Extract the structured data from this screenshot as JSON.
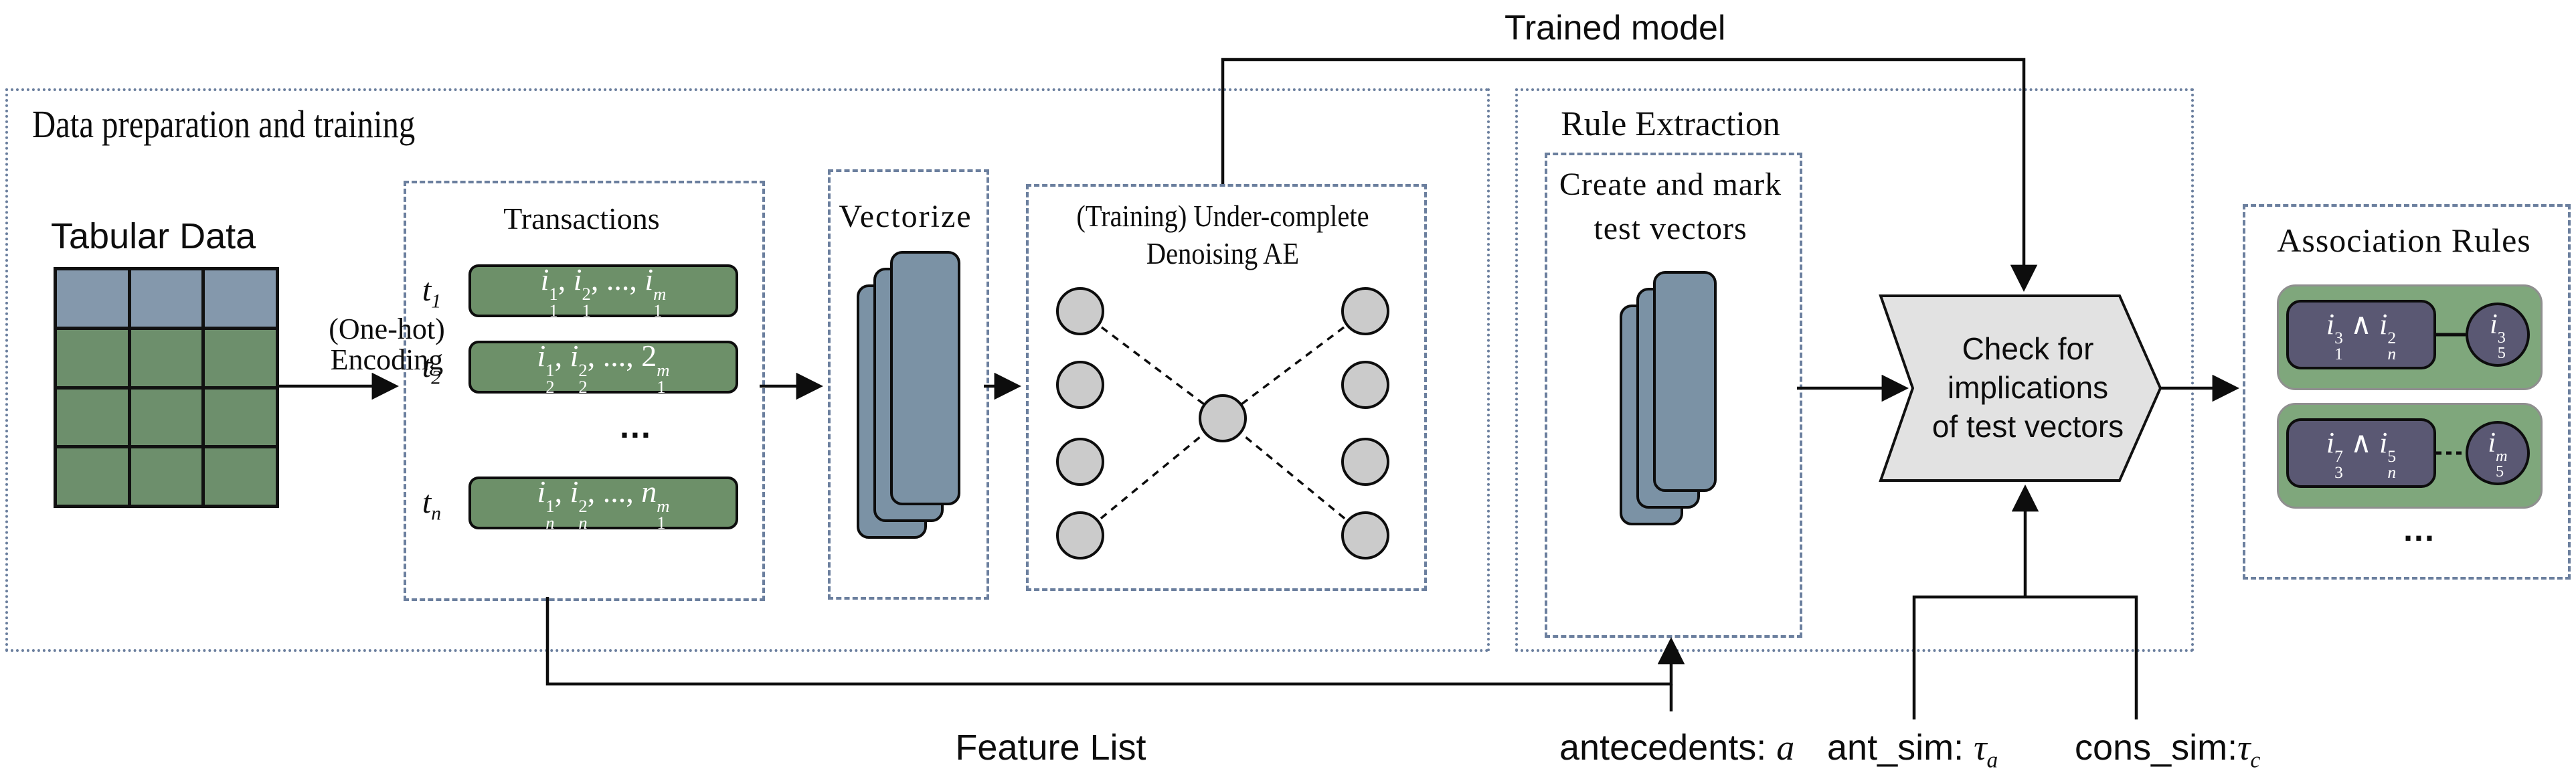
{
  "diagram": {
    "trained_model_label": "Trained model",
    "feature_list_label": "Feature List",
    "bottom_params": {
      "antecedents_label": "antecedents:",
      "antecedents_var": "a",
      "ant_sim_label": "ant_sim:",
      "ant_sim_var": "τ_a",
      "cons_sim_label": "cons_sim:",
      "cons_sim_var": "τ_c"
    },
    "data_prep": {
      "title": "Data preparation and training",
      "tabular_label": "Tabular Data",
      "one_hot_line1": "(One-hot)",
      "one_hot_line2": "Encoding",
      "transactions": {
        "title": "Transactions",
        "rows": [
          {
            "label": "t_1",
            "items": "i^1_1, i^2_1, ..., i^m_1"
          },
          {
            "label": "t_2",
            "items": "i^1_2, i^2_2, ..., 2^m_1"
          },
          {
            "label": "t_n",
            "items": "i^1_n, i^2_n, ..., n^m_1"
          }
        ],
        "ellipsis": "..."
      },
      "vectorize": {
        "title": "Vectorize"
      },
      "autoencoder": {
        "title_line1": "(Training) Under-complete",
        "title_line2": "Denoising AE"
      }
    },
    "rule_extraction": {
      "title": "Rule Extraction",
      "create_mark": {
        "title_line1": "Create and mark",
        "title_line2": "test vectors"
      },
      "check_shape": {
        "line1": "Check for",
        "line2": "implications",
        "line3": "of test vectors"
      }
    },
    "association_rules": {
      "title": "Association Rules",
      "rules": [
        {
          "antecedent": "i^3_1 ∧ i^2_n",
          "consequent": "i^3_5"
        },
        {
          "antecedent": "i^7_3 ∧ i^5_n",
          "consequent": "i^m_5"
        }
      ],
      "ellipsis": "..."
    }
  },
  "colors": {
    "dash_border": "#6b7f9e",
    "table_header": "#8498ac",
    "table_green": "#6d8f6c",
    "transaction_green": "#6d9069",
    "vector_stack": "#7b92a5",
    "ae_node": "#cbcbcb",
    "chevron_fill": "#e2e2e2",
    "rule_green": "#7fa77c",
    "rule_purple": "#5a5873",
    "line": "#0d0d0d"
  }
}
